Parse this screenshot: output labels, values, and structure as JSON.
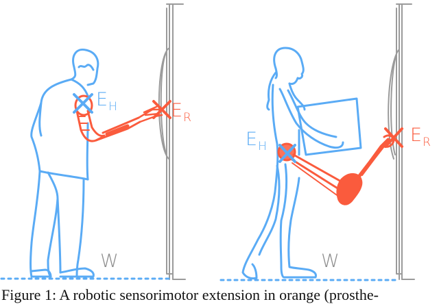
{
  "figure": {
    "number": "Figure 1",
    "caption": "Figure 1: A robotic sensorimotor extension in orange (prosthe-",
    "colors": {
      "human": "#5aabf5",
      "robot": "#fa5b3d",
      "wall": "#9a9a9a"
    },
    "panels": [
      {
        "name": "left",
        "scene": "man reaching wall with robotic arm from shoulder",
        "labels": {
          "human_effector": {
            "main": "E",
            "sub": "H"
          },
          "robot_effector": {
            "main": "E",
            "sub": "R"
          },
          "world": "W"
        }
      },
      {
        "name": "right",
        "scene": "woman carrying box with robotic arm from hip touching wall",
        "labels": {
          "human_effector": {
            "main": "E",
            "sub": "H"
          },
          "robot_effector": {
            "main": "E",
            "sub": "R"
          },
          "world": "W"
        }
      }
    ]
  }
}
